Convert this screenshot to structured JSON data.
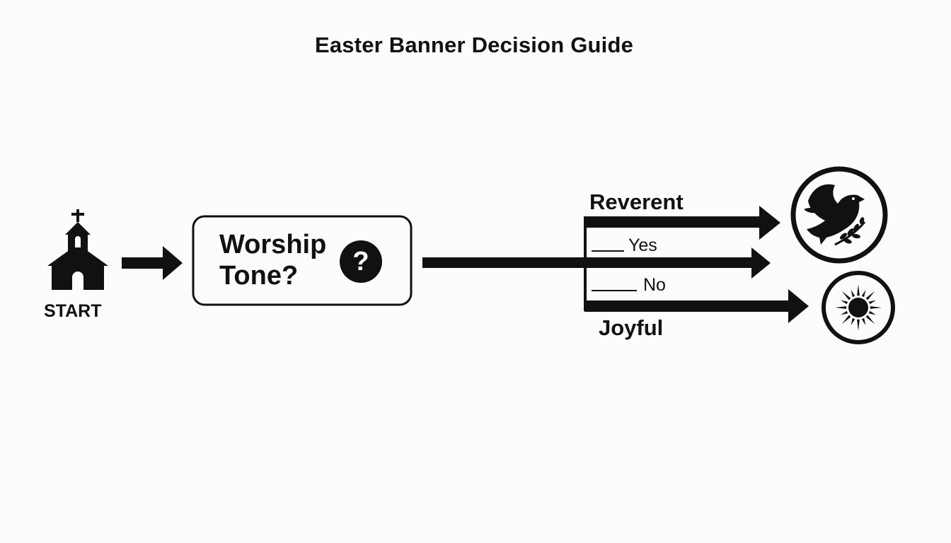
{
  "title": "Easter Banner Decision Guide",
  "start": {
    "label": "START",
    "icon": "church-icon"
  },
  "decision": {
    "line1": "Worship",
    "line2": "Tone?",
    "icon": "question-mark-icon",
    "icon_glyph": "?"
  },
  "branches": {
    "reverent": {
      "label": "Reverent",
      "edge_label": "Yes",
      "icon": "dove-icon"
    },
    "joyful": {
      "label": "Joyful",
      "edge_label": "No",
      "icon": "sun-icon"
    }
  },
  "colors": {
    "ink": "#111111",
    "background": "#fcfcfc"
  }
}
